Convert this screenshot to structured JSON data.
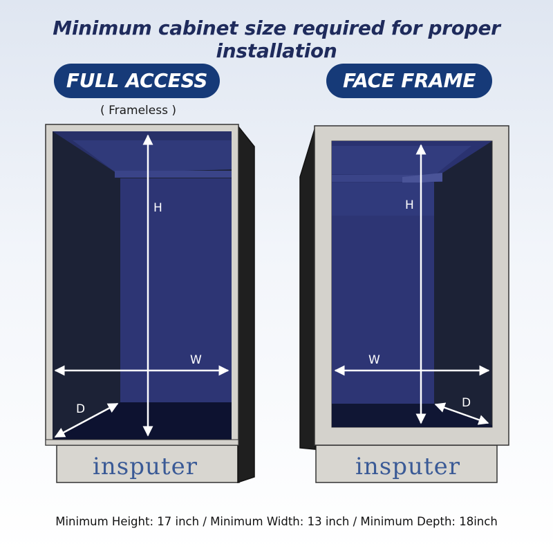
{
  "title": "Minimum cabinet size required for proper installation",
  "left_panel": {
    "label": "FULL ACCESS",
    "sublabel": "( Frameless )",
    "dim_h": "H",
    "dim_w": "W",
    "dim_d": "D",
    "brand": "insputer"
  },
  "right_panel": {
    "label": "FACE FRAME",
    "dim_h": "H",
    "dim_w": "W",
    "dim_d": "D",
    "brand": "insputer"
  },
  "footer": "Minimum Height: 17 inch / Minimum Width: 13 inch / Minimum Depth: 18inch",
  "colors": {
    "title": "#1f2b5c",
    "pill": "#163a78",
    "interior_back": "#2d3574",
    "interior_side": "#1c2236",
    "panel_frame": "#d4d2cc",
    "brand": "#3a5a96"
  }
}
